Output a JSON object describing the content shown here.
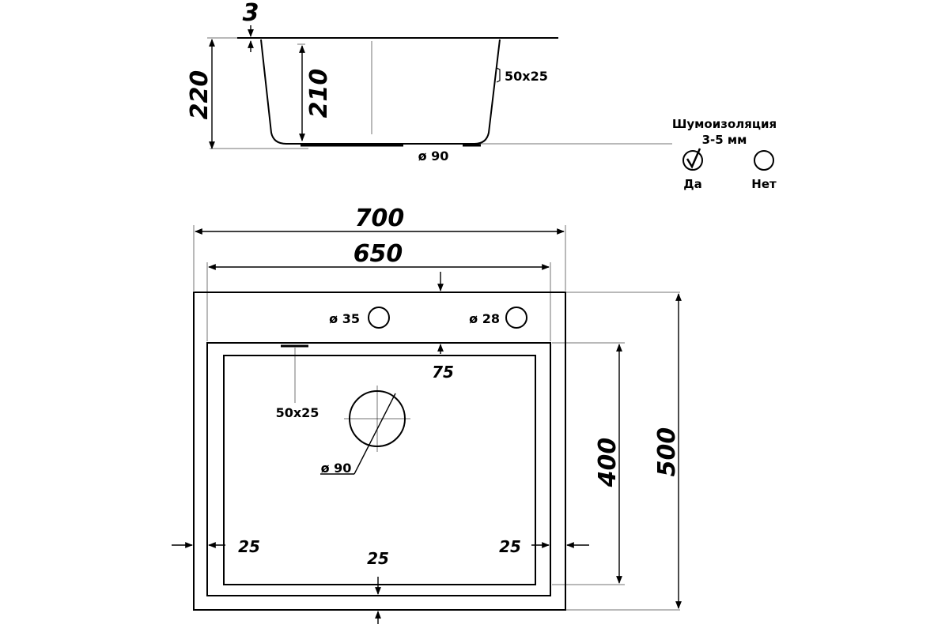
{
  "side_view": {
    "rim_thickness": "3",
    "total_depth": "220",
    "bowl_depth": "210",
    "overflow_size": "50x25",
    "drain_diameter": "ø 90"
  },
  "top_view": {
    "overall_width": "700",
    "bowl_outer_width": "650",
    "overall_depth": "500",
    "bowl_depth": "400",
    "hole_left": "ø 35",
    "hole_right": "ø 28",
    "rim_front_gap": "75",
    "overflow_size": "50x25",
    "drain_diameter": "ø 90",
    "side_margin_left": "25",
    "side_margin_right": "25",
    "bottom_margin": "25"
  },
  "insulation": {
    "title_line1": "Шумоизоляция",
    "title_line2": "3-5 мм",
    "option_yes": "Да",
    "option_no": "Нет",
    "selected": "Да"
  }
}
